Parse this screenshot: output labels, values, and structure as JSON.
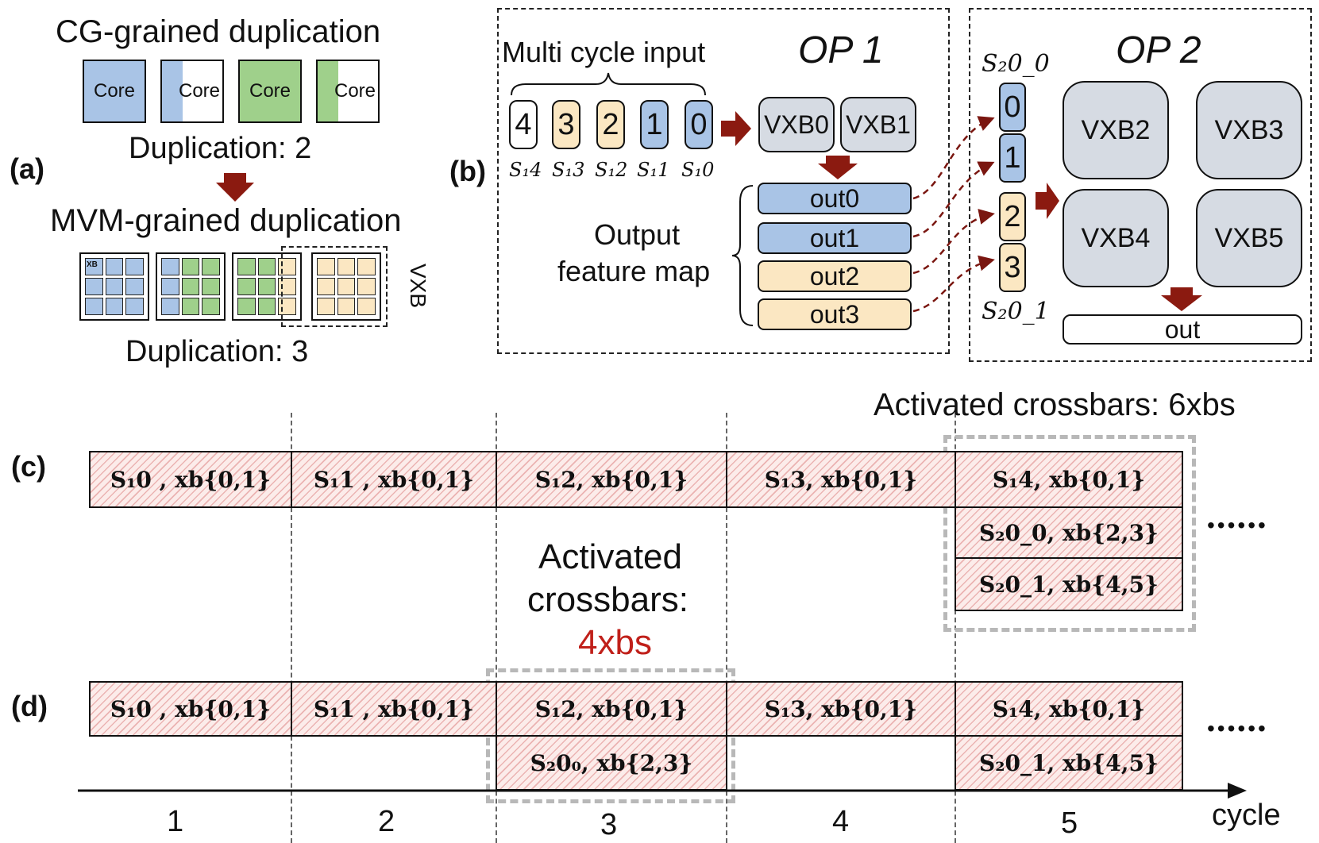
{
  "panel_a": {
    "label": "(a)",
    "title_cg": "CG-grained duplication",
    "core_label": "Core",
    "dup_cg": "Duplication: 2",
    "title_mvm": "MVM-grained duplication",
    "xb_label": "XB",
    "vxb_label": "VXB",
    "dup_mvm": "Duplication: 3",
    "colors": {
      "blue": "#a9c4e6",
      "green": "#9fd08b",
      "yellow": "#fbe7c2",
      "arrow": "#8b1a10"
    }
  },
  "panel_b": {
    "label": "(b)",
    "multi_cycle_input": "Multi cycle input",
    "op1": "OP 1",
    "op2": "OP 2",
    "tokens": [
      "4",
      "3",
      "2",
      "1",
      "0"
    ],
    "token_labels": [
      "S₁4",
      "S₁3",
      "S₁2",
      "S₁1",
      "S₁0"
    ],
    "vxb_op1": [
      "VXB0",
      "VXB1"
    ],
    "outputs": [
      "out0",
      "out1",
      "out2",
      "out3"
    ],
    "ofm_line1": "Output",
    "ofm_line2": "feature map",
    "s2_top": "S₂0_0",
    "s2_bottom": "S₂0_1",
    "s2_tokens": [
      "0",
      "1",
      "2",
      "3"
    ],
    "vxb_op2": [
      "VXB2",
      "VXB3",
      "VXB4",
      "VXB5"
    ],
    "out": "out"
  },
  "panel_c": {
    "label": "(c)",
    "activated_6": "Activated crossbars: 6xbs",
    "row1": [
      "S₁0 , xb{0,1}",
      "S₁1 , xb{0,1}",
      "S₁2, xb{0,1}",
      "S₁3, xb{0,1}",
      "S₁4, xb{0,1}"
    ],
    "row2": "S₂0_0, xb{2,3}",
    "row3": "S₂0_1, xb{4,5}",
    "ellipsis": "••••••"
  },
  "middle": {
    "line1": "Activated",
    "line2": "crossbars:",
    "line3": "4xbs",
    "highlight_color": "#c0201a"
  },
  "panel_d": {
    "label": "(d)",
    "row1": [
      "S₁0 , xb{0,1}",
      "S₁1 , xb{0,1}",
      "S₁2, xb{0,1}",
      "S₁3, xb{0,1}",
      "S₁4, xb{0,1}"
    ],
    "row2_a": "S₂0₀, xb{2,3}",
    "row2_b": "S₂0_1, xb{4,5}",
    "ellipsis": "••••••"
  },
  "axis": {
    "cycles": [
      "1",
      "2",
      "3",
      "4",
      "5"
    ],
    "label": "cycle"
  }
}
